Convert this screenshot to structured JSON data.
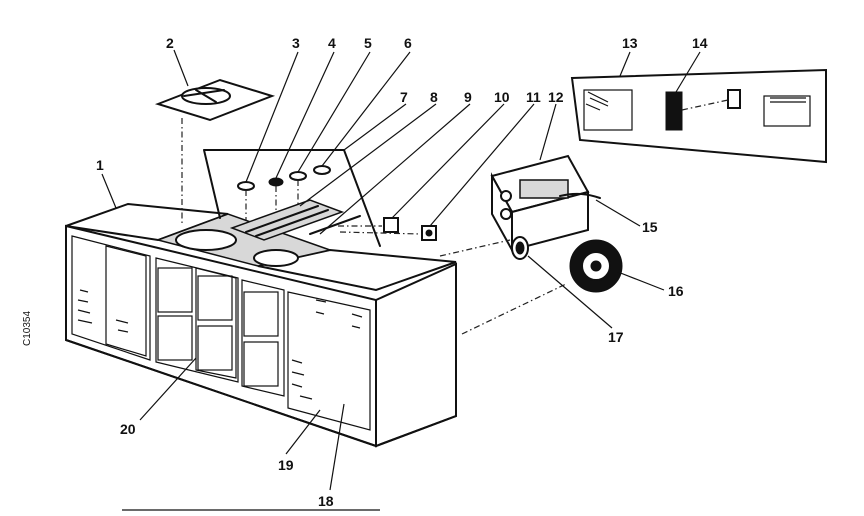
{
  "diagram": {
    "drawing_code": "C10354",
    "callouts": [
      "1",
      "2",
      "3",
      "4",
      "5",
      "6",
      "7",
      "8",
      "9",
      "10",
      "11",
      "12",
      "13",
      "14",
      "15",
      "16",
      "17",
      "18",
      "19",
      "20"
    ]
  }
}
